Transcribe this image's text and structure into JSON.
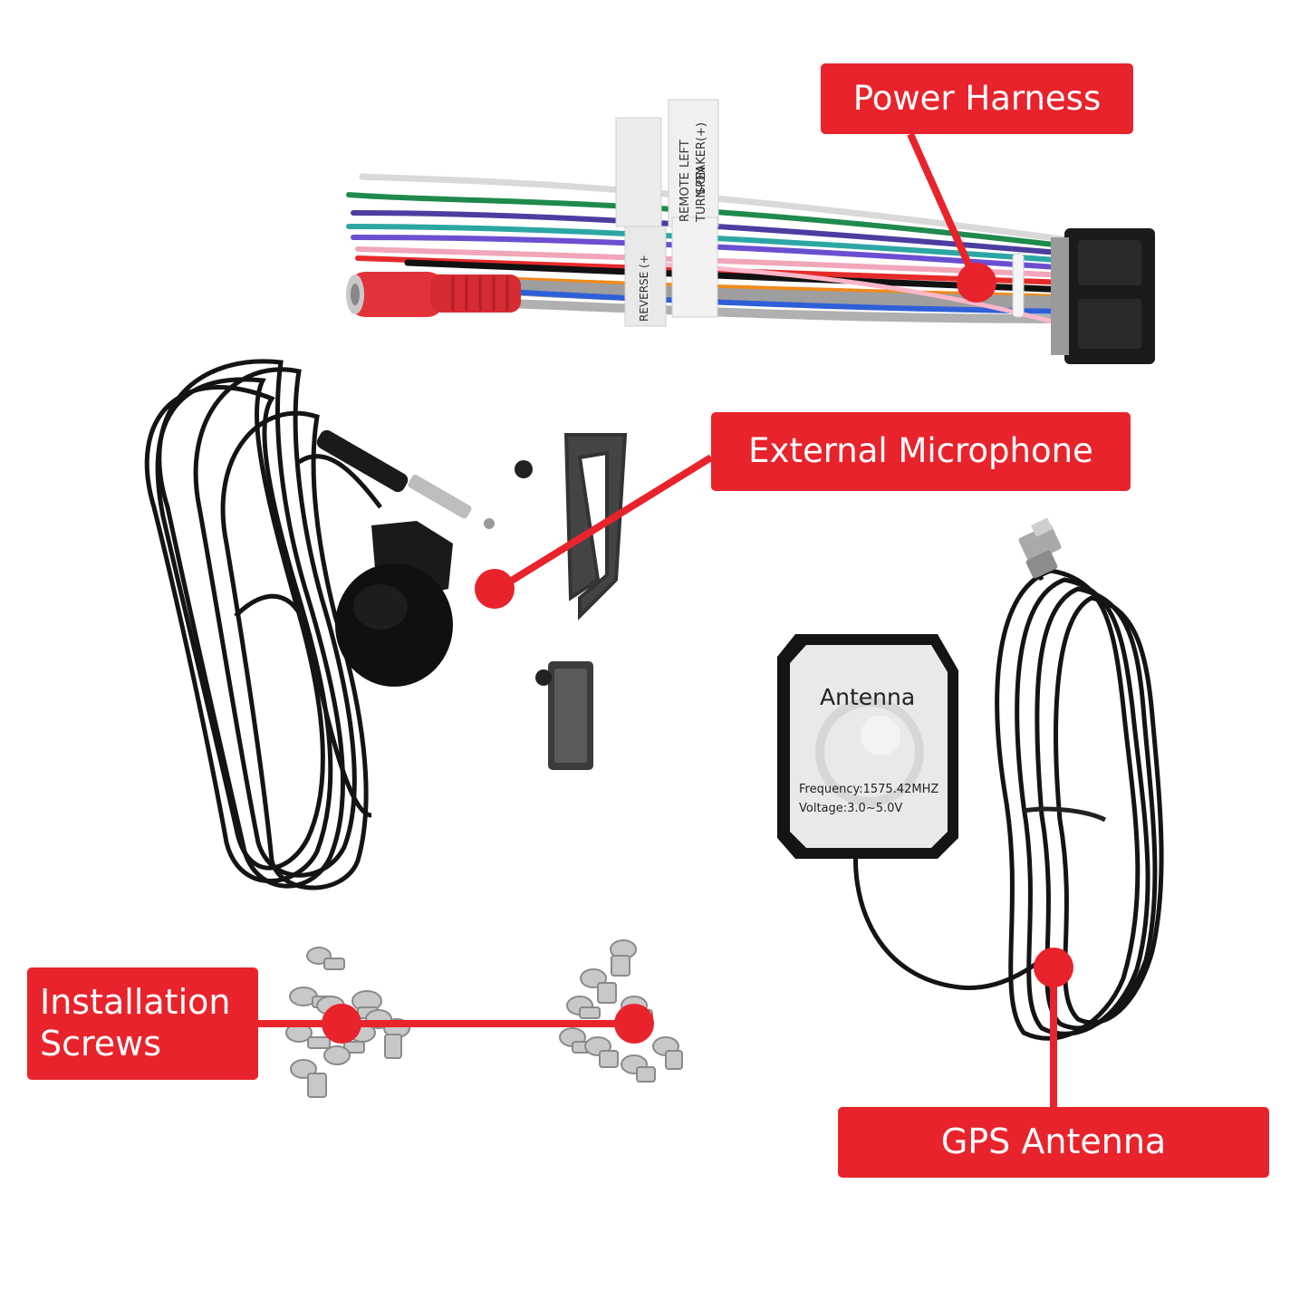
{
  "callouts": {
    "power_harness": "Power Harness",
    "external_microphone": "External Microphone",
    "installation_screws_line1": "Installation",
    "installation_screws_line2": "Screws",
    "gps_antenna": "GPS Antenna"
  },
  "antenna_label": {
    "title": "Antenna",
    "frequency": "Frequency:1575.42MHZ",
    "voltage": "Voltage:3.0~5.0V"
  },
  "harness_tags": {
    "tag1": "REMOTE",
    "tag2": "TURN-ON",
    "tag3": "LEFT",
    "tag4": "SPEAKER(+)",
    "tag5": "REVERSE (+"
  },
  "colors": {
    "accent_red": "#e8232c",
    "label_text": "#ffffff",
    "cable_black": "#161616"
  }
}
